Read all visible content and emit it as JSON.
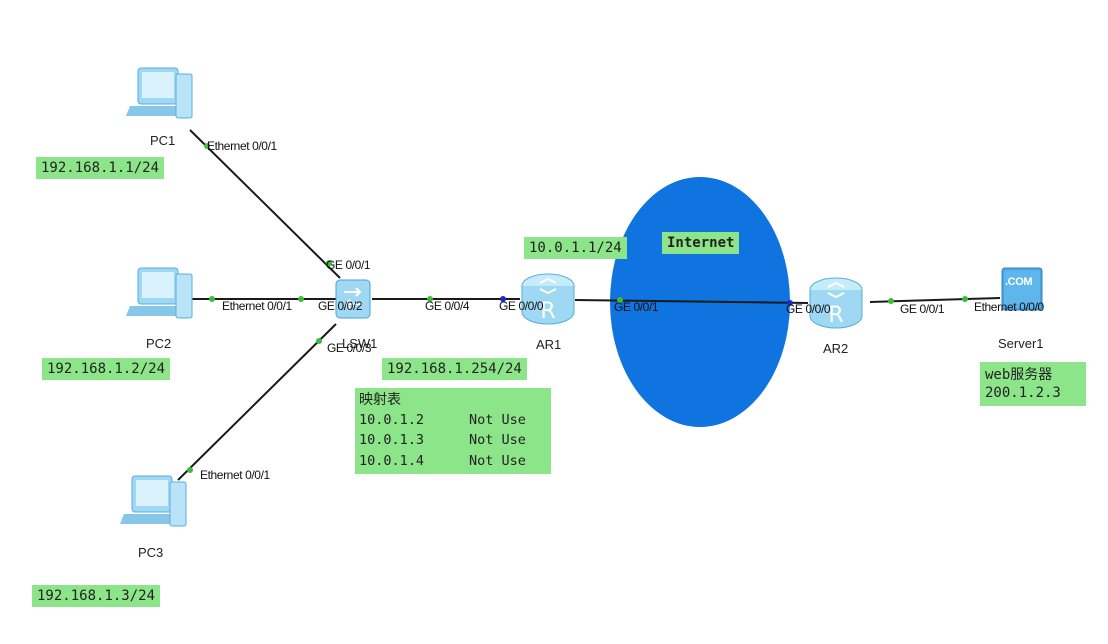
{
  "devices": {
    "pc1": {
      "label": "PC1",
      "ip": "192.168.1.1/24",
      "port": "Ethernet 0/0/1"
    },
    "pc2": {
      "label": "PC2",
      "ip": "192.168.1.2/24",
      "port": "Ethernet 0/0/1"
    },
    "pc3": {
      "label": "PC3",
      "ip": "192.168.1.3/24",
      "port": "Ethernet 0/0/1"
    },
    "lsw1": {
      "label": "LSW1",
      "ports": [
        "GE 0/0/1",
        "GE 0/0/2",
        "GE 0/0/3",
        "GE 0/0/4"
      ]
    },
    "ar1": {
      "label": "AR1",
      "ports": [
        "GE 0/0/0",
        "GE 0/0/1"
      ],
      "lan_ip": "192.168.1.254/24",
      "wan_ip": "10.0.1.1/24"
    },
    "ar2": {
      "label": "AR2",
      "ports": [
        "GE 0/0/0",
        "GE 0/0/1"
      ]
    },
    "server1": {
      "label": "Server1",
      "port": "Ethernet 0/0/0",
      "badge": ".COM",
      "desc": "web服务器",
      "ip": "200.1.2.3"
    }
  },
  "internet": {
    "label": "Internet",
    "color": "#0f73e0"
  },
  "mapping_table": {
    "title": "映射表",
    "rows": [
      {
        "ip": "10.0.1.2",
        "status": "Not Use"
      },
      {
        "ip": "10.0.1.3",
        "status": "Not Use"
      },
      {
        "ip": "10.0.1.4",
        "status": "Not Use"
      }
    ]
  },
  "colors": {
    "tag_bg": "#8de58a",
    "link": "#1a1a1a",
    "port_dot": "#3dbb3d",
    "port_dot_blue": "#1a2ad0"
  }
}
